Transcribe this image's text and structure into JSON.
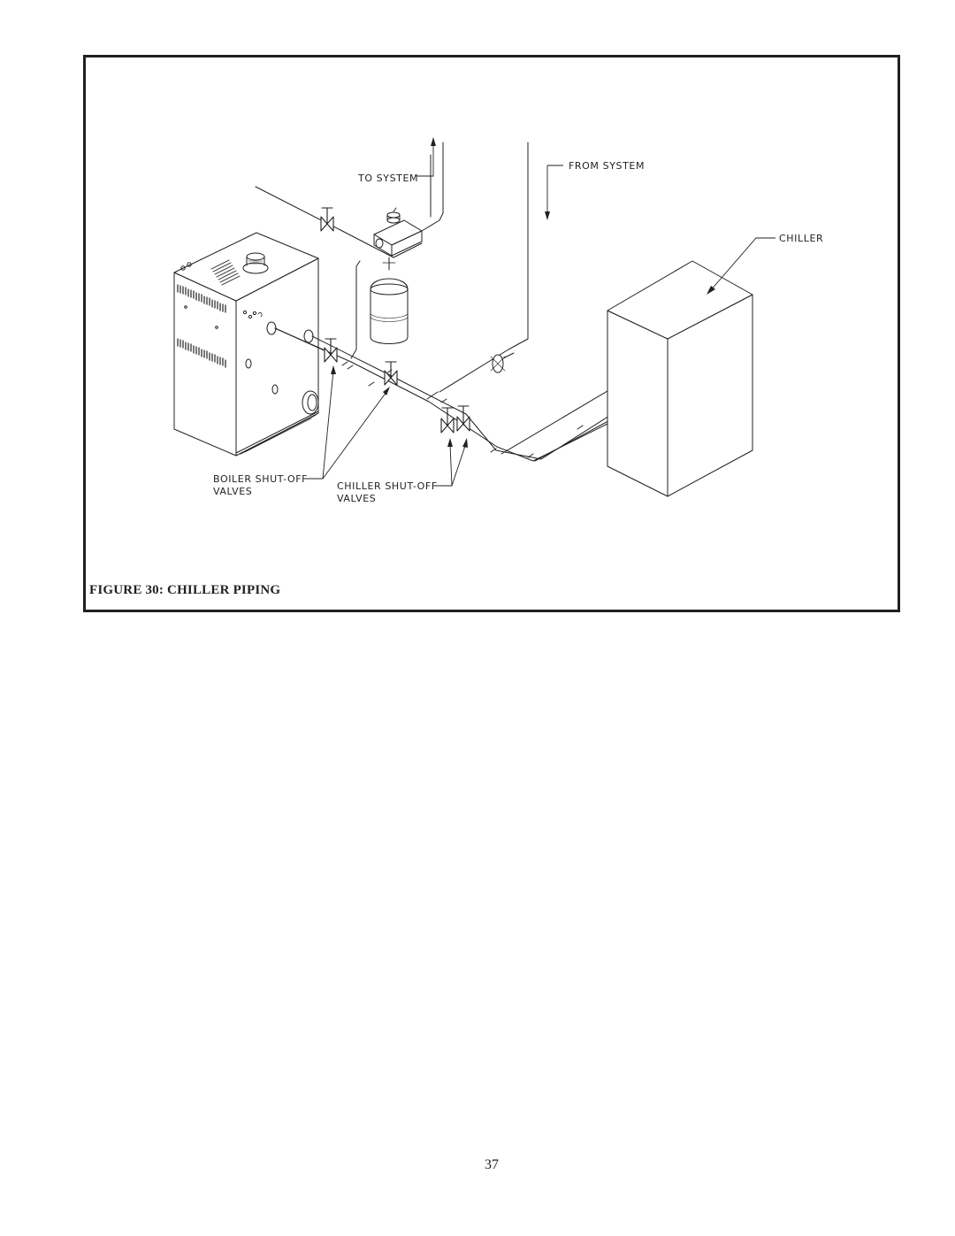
{
  "figure": {
    "caption": "FIGURE 30: CHILLER PIPING",
    "labels": {
      "to_system": "TO SYSTEM",
      "from_system": "FROM SYSTEM",
      "chiller": "CHILLER",
      "boiler_shutoff_line1": "BOILER SHUT-OFF",
      "boiler_shutoff_line2": "VALVES",
      "chiller_shutoff_line1": "CHILLER SHUT-OFF",
      "chiller_shutoff_line2": "VALVES"
    }
  },
  "page": {
    "number": "37"
  }
}
